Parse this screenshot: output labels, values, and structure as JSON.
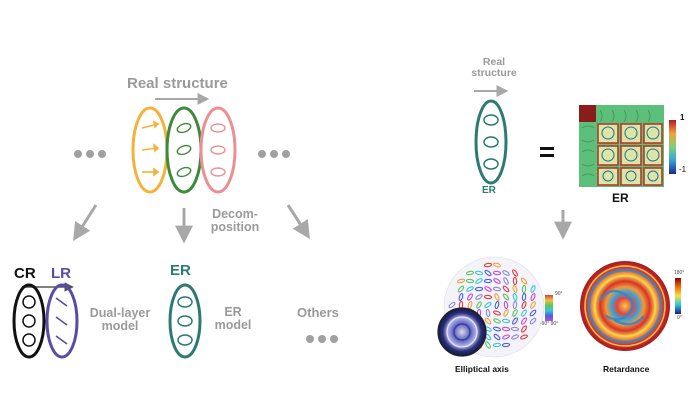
{
  "colors": {
    "gray": "#9a9a9a",
    "arrow_gray": "#a8a8a8",
    "dots": "#a0a0a0",
    "yellow": "#f5b23a",
    "green": "#3e8a3a",
    "pink": "#ec8f94",
    "teal": "#2b7b72",
    "black": "#111111",
    "purple": "#5b4aa8",
    "matrix_bg": "#5cc07a",
    "matrix_corner": "#8b1c1c"
  },
  "icons": [
    "arrow-right-icon",
    "arrow-down-icon",
    "ellipsis-icon",
    "equals-icon",
    "colorbar-icon"
  ],
  "left": {
    "real_structure": "Real structure",
    "decomposition": "Decom-\nposition",
    "cr": "CR",
    "lr": "LR",
    "dual_layer": "Dual-layer\nmodel",
    "er": "ER",
    "er_model": "ER\nmodel",
    "others": "Others"
  },
  "right": {
    "real_structure": "Real\nstructure",
    "er_under_ellipse": "ER",
    "equals": "=",
    "er_matrix": "ER",
    "colorbar_max": "1",
    "colorbar_min": "-1",
    "elliptical_axis": "Elliptical axis",
    "retardance": "Retardance",
    "axis_scale_top": "90°",
    "axis_scale_bottom": "-90° 90°",
    "retardance_scale_top": "180°",
    "retardance_scale_bottom": "0°"
  }
}
